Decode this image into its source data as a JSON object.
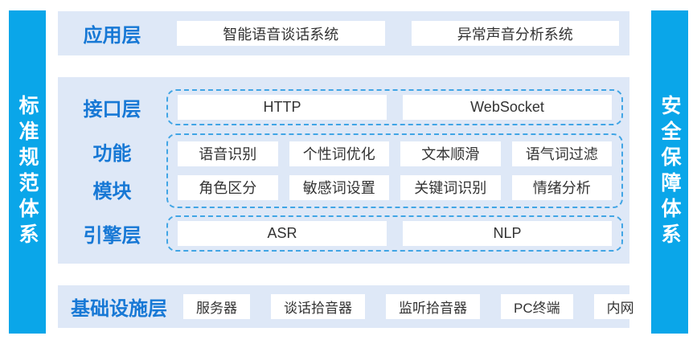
{
  "pillars": {
    "left": "标准规范体系",
    "right": "安全保障体系"
  },
  "layers": {
    "application": {
      "label": "应用层",
      "boxes": [
        "智能语音谈话系统",
        "异常声音分析系统"
      ]
    },
    "interface": {
      "label": "接口层",
      "boxes": [
        "HTTP",
        "WebSocket"
      ]
    },
    "function_module": {
      "labels": [
        "功能",
        "模块"
      ],
      "rows": [
        [
          "语音识别",
          "个性词优化",
          "文本顺滑",
          "语气词过滤"
        ],
        [
          "角色区分",
          "敏感词设置",
          "关键词识别",
          "情绪分析"
        ]
      ]
    },
    "engine": {
      "label": "引擎层",
      "boxes": [
        "ASR",
        "NLP"
      ]
    },
    "infrastructure": {
      "label": "基础设施层",
      "boxes": [
        "服务器",
        "谈话拾音器",
        "监听拾音器",
        "PC终端",
        "内网"
      ]
    }
  },
  "colors": {
    "pillar_blue": "#0aa6e9",
    "panel_background": "#dee8f7",
    "label_blue": "#1778d5",
    "dashed_border": "#41a5e5",
    "box_background": "#ffffff",
    "box_text": "#333333"
  }
}
